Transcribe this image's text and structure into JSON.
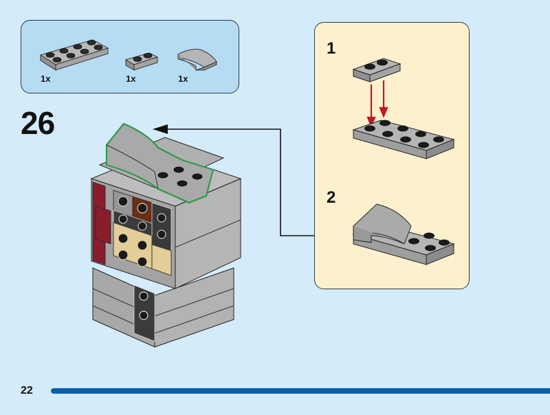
{
  "parts_list": {
    "items": [
      {
        "part": "plate-2x4",
        "color": "light-bluish-gray",
        "quantity": "1x"
      },
      {
        "part": "plate-1x2",
        "color": "light-bluish-gray",
        "quantity": "1x"
      },
      {
        "part": "slope-curved-2x2",
        "color": "light-bluish-gray",
        "quantity": "1x"
      }
    ]
  },
  "step": {
    "number": "26",
    "callout_highlight_color": "#2e9a4a"
  },
  "sub_assembly": {
    "steps": [
      {
        "number": "1",
        "description": "Attach 1x2 plate onto 2x4 plate",
        "arrow_color": "#c01824"
      },
      {
        "number": "2",
        "description": "Add curved slope to assembly"
      }
    ]
  },
  "footer": {
    "page_number": "22",
    "progress_percent": 100
  },
  "colors": {
    "page_background": "#d4ebfa",
    "parts_box_background": "#b6dcf4",
    "sub_panel_background": "#fdf0cc",
    "progress_bar": "#0a5fad",
    "brick_gray": "#a5a5a5",
    "brick_dark": "#3a3a3a",
    "brick_tan": "#e3cd98",
    "brick_dark_red": "#8a1c2c",
    "brick_reddish_brown": "#6b2d14"
  }
}
